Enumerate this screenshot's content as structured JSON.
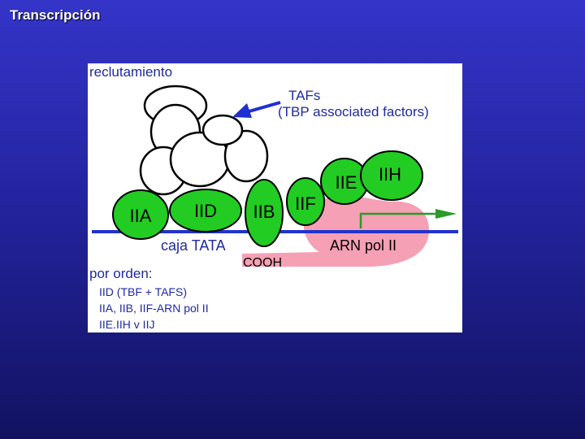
{
  "slide": {
    "title": "Transcripción"
  },
  "figure": {
    "heading": "reclutamiento",
    "tafs_label": "TAFs",
    "tafs_sublabel": "(TBP associated factors)",
    "factors": {
      "iia": "IIA",
      "iid": "IID",
      "iib": "IIB",
      "iif": "IIF",
      "iie": "IIE",
      "iih": "IIH"
    },
    "tata_label": "caja TATA",
    "cooh_label": "COOH",
    "polymerase_label": "ARN pol II",
    "order_heading": "por orden:",
    "order_steps": [
      "IID (TBF + TAFS)",
      "IIA, IIB, IIF-ARN pol II",
      "IIE.IIH v IIJ"
    ],
    "colors": {
      "factor_fill": "#22cc22",
      "dna_line": "#2233cc",
      "polymerase_fill": "#f5a0b4",
      "arrow": "#1f2fd0",
      "transcript_arrow": "#2a9a2a"
    }
  }
}
